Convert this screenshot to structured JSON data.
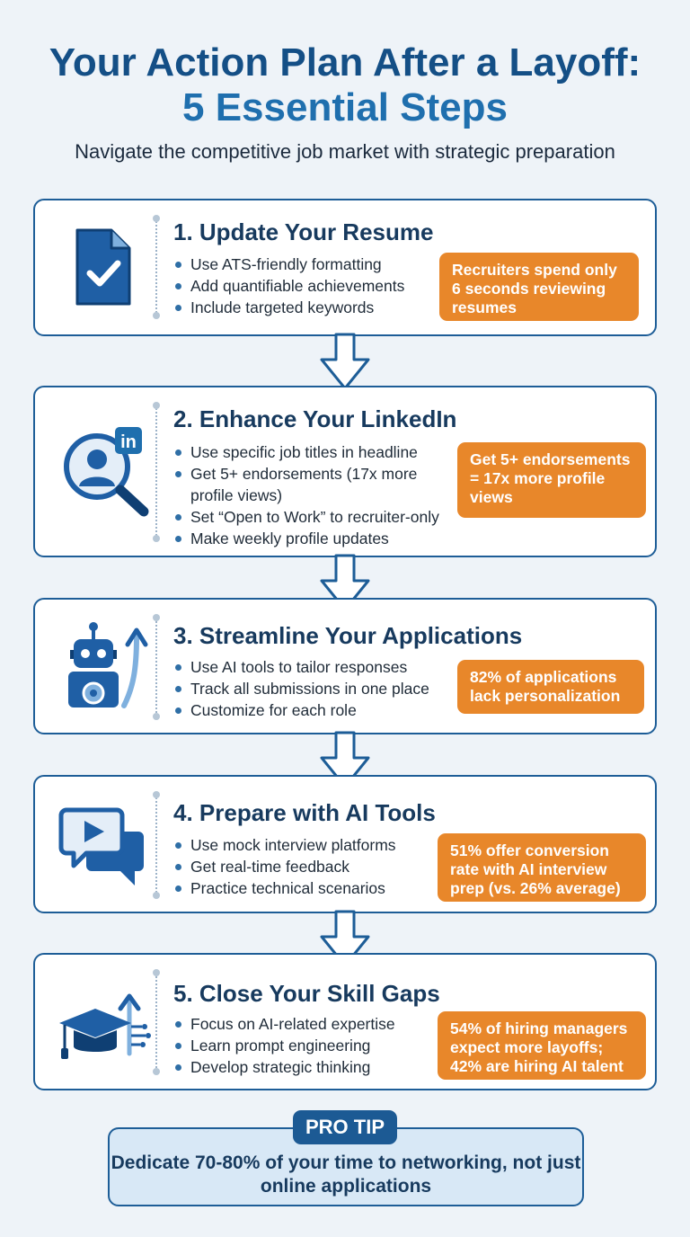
{
  "header": {
    "title_line1": "Your Action Plan After a Layoff:",
    "title_line2": "5 Essential Steps",
    "subtitle": "Navigate the competitive job market with strategic preparation"
  },
  "steps": [
    {
      "title": "1. Update Your Resume",
      "icon": "document-check-icon",
      "bullets": [
        "Use ATS-friendly formatting",
        "Add quantifiable achievements",
        "Include targeted keywords"
      ],
      "stat": "Recruiters spend only 6 seconds reviewing resumes"
    },
    {
      "title": "2. Enhance Your LinkedIn",
      "icon": "linkedin-search-icon",
      "bullets": [
        "Use specific job titles in headline",
        "Get 5+ endorsements (17x more profile views)",
        "Set “Open to Work” to recruiter-only",
        "Make weekly profile updates"
      ],
      "stat": "Get 5+ endorsements = 17x more profile views"
    },
    {
      "title": "3. Streamline Your Applications",
      "icon": "robot-gear-icon",
      "bullets": [
        "Use AI tools to tailor responses",
        "Track all submissions in one place",
        "Customize for each role"
      ],
      "stat": "82% of applications lack personalization"
    },
    {
      "title": "4. Prepare with AI Tools",
      "icon": "video-chat-icon",
      "bullets": [
        "Use mock interview platforms",
        "Get real-time feedback",
        "Practice technical scenarios"
      ],
      "stat": "51% offer conversion rate with AI interview prep (vs. 26% average)"
    },
    {
      "title": "5. Close Your Skill Gaps",
      "icon": "graduation-cap-icon",
      "bullets": [
        "Focus on AI-related expertise",
        "Learn prompt engineering",
        "Develop strategic thinking"
      ],
      "stat": "54% of hiring managers expect more layoffs; 42% are hiring AI talent"
    }
  ],
  "pro_tip": {
    "label": "PRO TIP",
    "text": "Dedicate 70-80% of your time to networking, not just online applications"
  },
  "colors": {
    "primary": "#144f86",
    "accent": "#e8872a",
    "border": "#1d5d97",
    "background": "#eef3f8"
  }
}
